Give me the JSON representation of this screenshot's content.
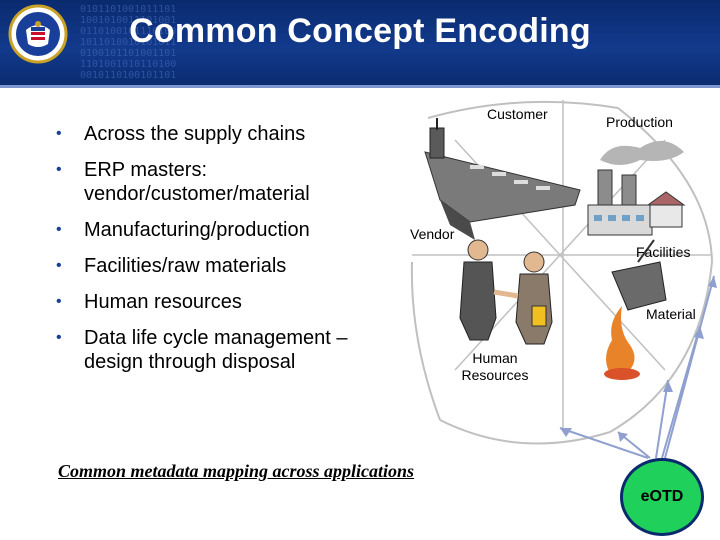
{
  "slide": {
    "title": "Common Concept Encoding",
    "bullets": [
      "Across the supply chains",
      "ERP masters: vendor/customer/material",
      "Manufacturing/production",
      "Facilities/raw materials",
      "Human resources",
      "Data life cycle management – design through disposal"
    ],
    "bullet_marker": "•",
    "wheel_labels": {
      "customer": "Customer",
      "production": "Production",
      "vendor": "Vendor",
      "facilities": "Facilities",
      "material": "Material",
      "human_resources": "Human Resources"
    },
    "footer_note": "Common metadata mapping across applications",
    "hub_label": "eOTD"
  },
  "colors": {
    "header_bg": "#0a2a6e",
    "header_text": "#ffffff",
    "hub_fill": "#1fd15a",
    "wheel_stroke": "#c0c0c0",
    "arrow_stroke": "#8f9fcf"
  },
  "icons": [
    "agency-seal-icon",
    "aircraft-carrier-icon",
    "factory-icon",
    "handshake-icon",
    "molten-metal-ladle-icon"
  ]
}
